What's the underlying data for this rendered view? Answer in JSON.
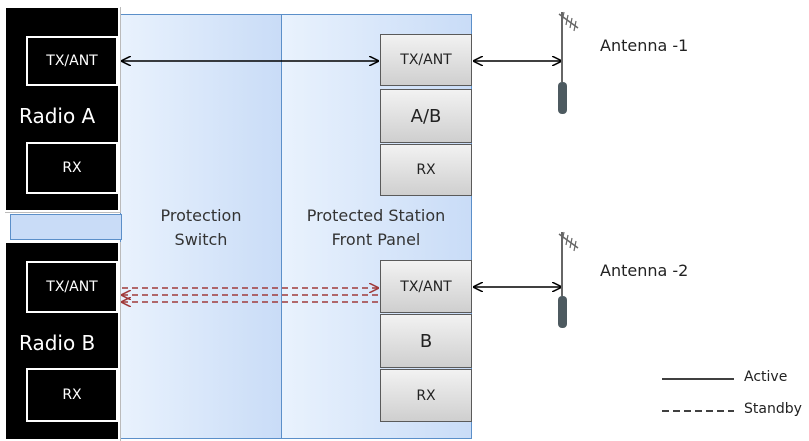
{
  "radios": [
    {
      "title": "Radio A",
      "tx_label": "TX/ANT",
      "rx_label": "RX"
    },
    {
      "title": "Radio B",
      "tx_label": "TX/ANT",
      "rx_label": "RX"
    }
  ],
  "protection_switch": {
    "line1": "Protection",
    "line2": "Switch"
  },
  "station_panel": {
    "line1": "Protected Station",
    "line2": "Front Panel",
    "ports_top": [
      "TX/ANT",
      "A/B",
      "RX"
    ],
    "ports_bottom": [
      "TX/ANT",
      "B",
      "RX"
    ]
  },
  "antennas": [
    "Antenna -1",
    "Antenna -2"
  ],
  "legend": {
    "active": "Active",
    "standby": "Standby"
  },
  "colors": {
    "standby_line": "#a03a3a",
    "panel_border": "#5b8fc9",
    "active_line": "#000000"
  }
}
